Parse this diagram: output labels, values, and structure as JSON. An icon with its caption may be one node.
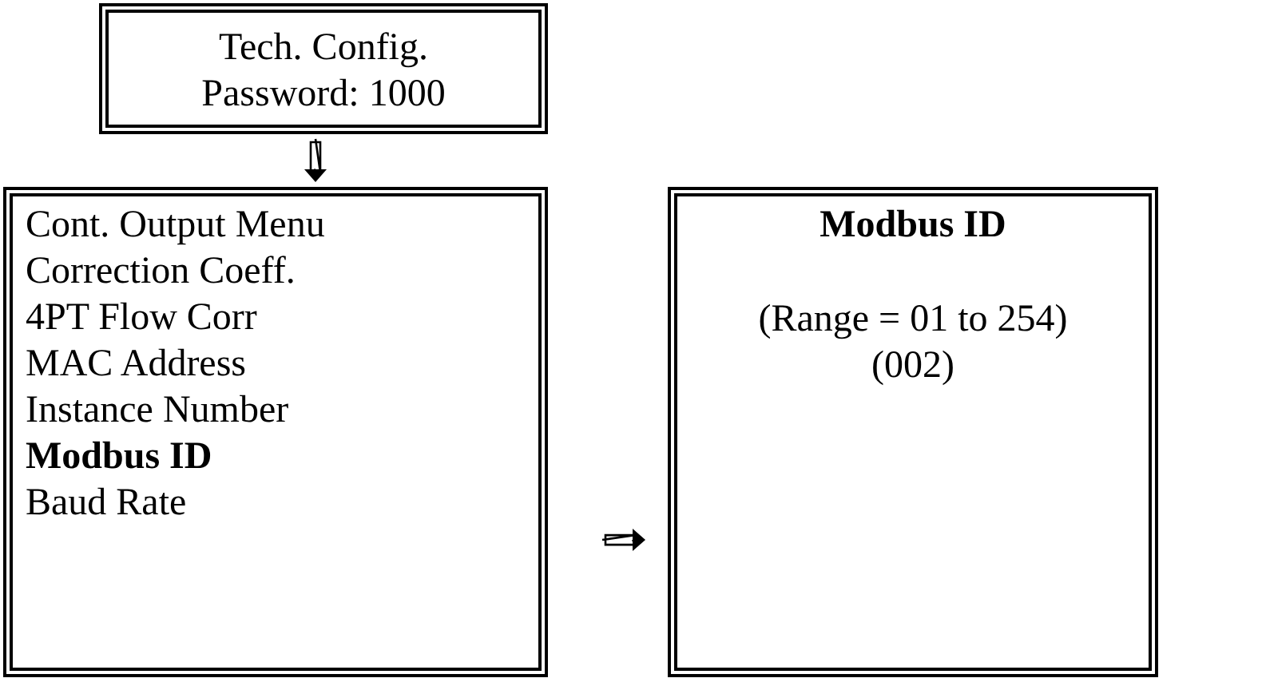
{
  "diagram": {
    "nodes": [
      {
        "text": [
          "Tech. Config.",
          "Password: 1000"
        ]
      },
      {
        "text": [
          "Cont. Output Menu",
          "Correction Coeff.",
          "4PT Flow Corr",
          "MAC Address",
          "Instance Number",
          "**Modbus ID**",
          "Baud Rate"
        ]
      },
      {
        "text": [
          "Modbus ID",
          "(Range = 01 to 254)",
          "(002)"
        ]
      }
    ],
    "edges": [
      {
        "from": 0,
        "to": 1,
        "arrow": "to"
      },
      {
        "from": 1,
        "to": 2,
        "arrow": "to"
      }
    ]
  }
}
